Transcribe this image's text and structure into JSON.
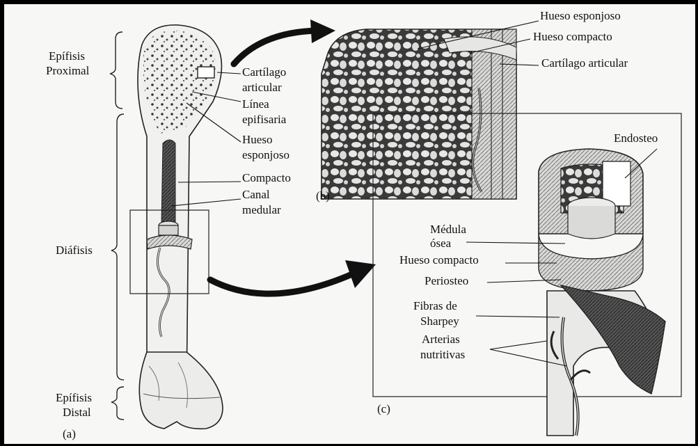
{
  "labels": {
    "epifisis_proximal": [
      "Epífisis",
      "Proximal"
    ],
    "diafisis": "Diáfisis",
    "epifisis_distal": [
      "Epífisis",
      "Distal"
    ],
    "panel_a": "(a)",
    "panel_b": "(b)",
    "panel_c": "(c)",
    "cartilago_articular_a": [
      "Cartílago",
      "articular"
    ],
    "linea_epifisaria": [
      "Línea",
      "epifisaria"
    ],
    "hueso_esponjoso_a": [
      "Hueso",
      "esponjoso"
    ],
    "compacto": "Compacto",
    "canal_medular": [
      "Canal",
      "medular"
    ],
    "hueso_esponjoso_b": "Hueso esponjoso",
    "hueso_compacto_b": "Hueso compacto",
    "cartilago_articular_b": "Cartílago articular",
    "endosteo": "Endosteo",
    "medula_osea": [
      "Médula",
      "ósea"
    ],
    "hueso_compacto_c": "Hueso compacto",
    "periosteo": "Periosteo",
    "fibras_sharpey": [
      "Fibras de",
      "Sharpey"
    ],
    "arterias_nutritivas": [
      "Arterias",
      "nutritivas"
    ]
  },
  "colors": {
    "frame": "#000000",
    "paper": "#f7f7f5",
    "ink": "#111111"
  }
}
